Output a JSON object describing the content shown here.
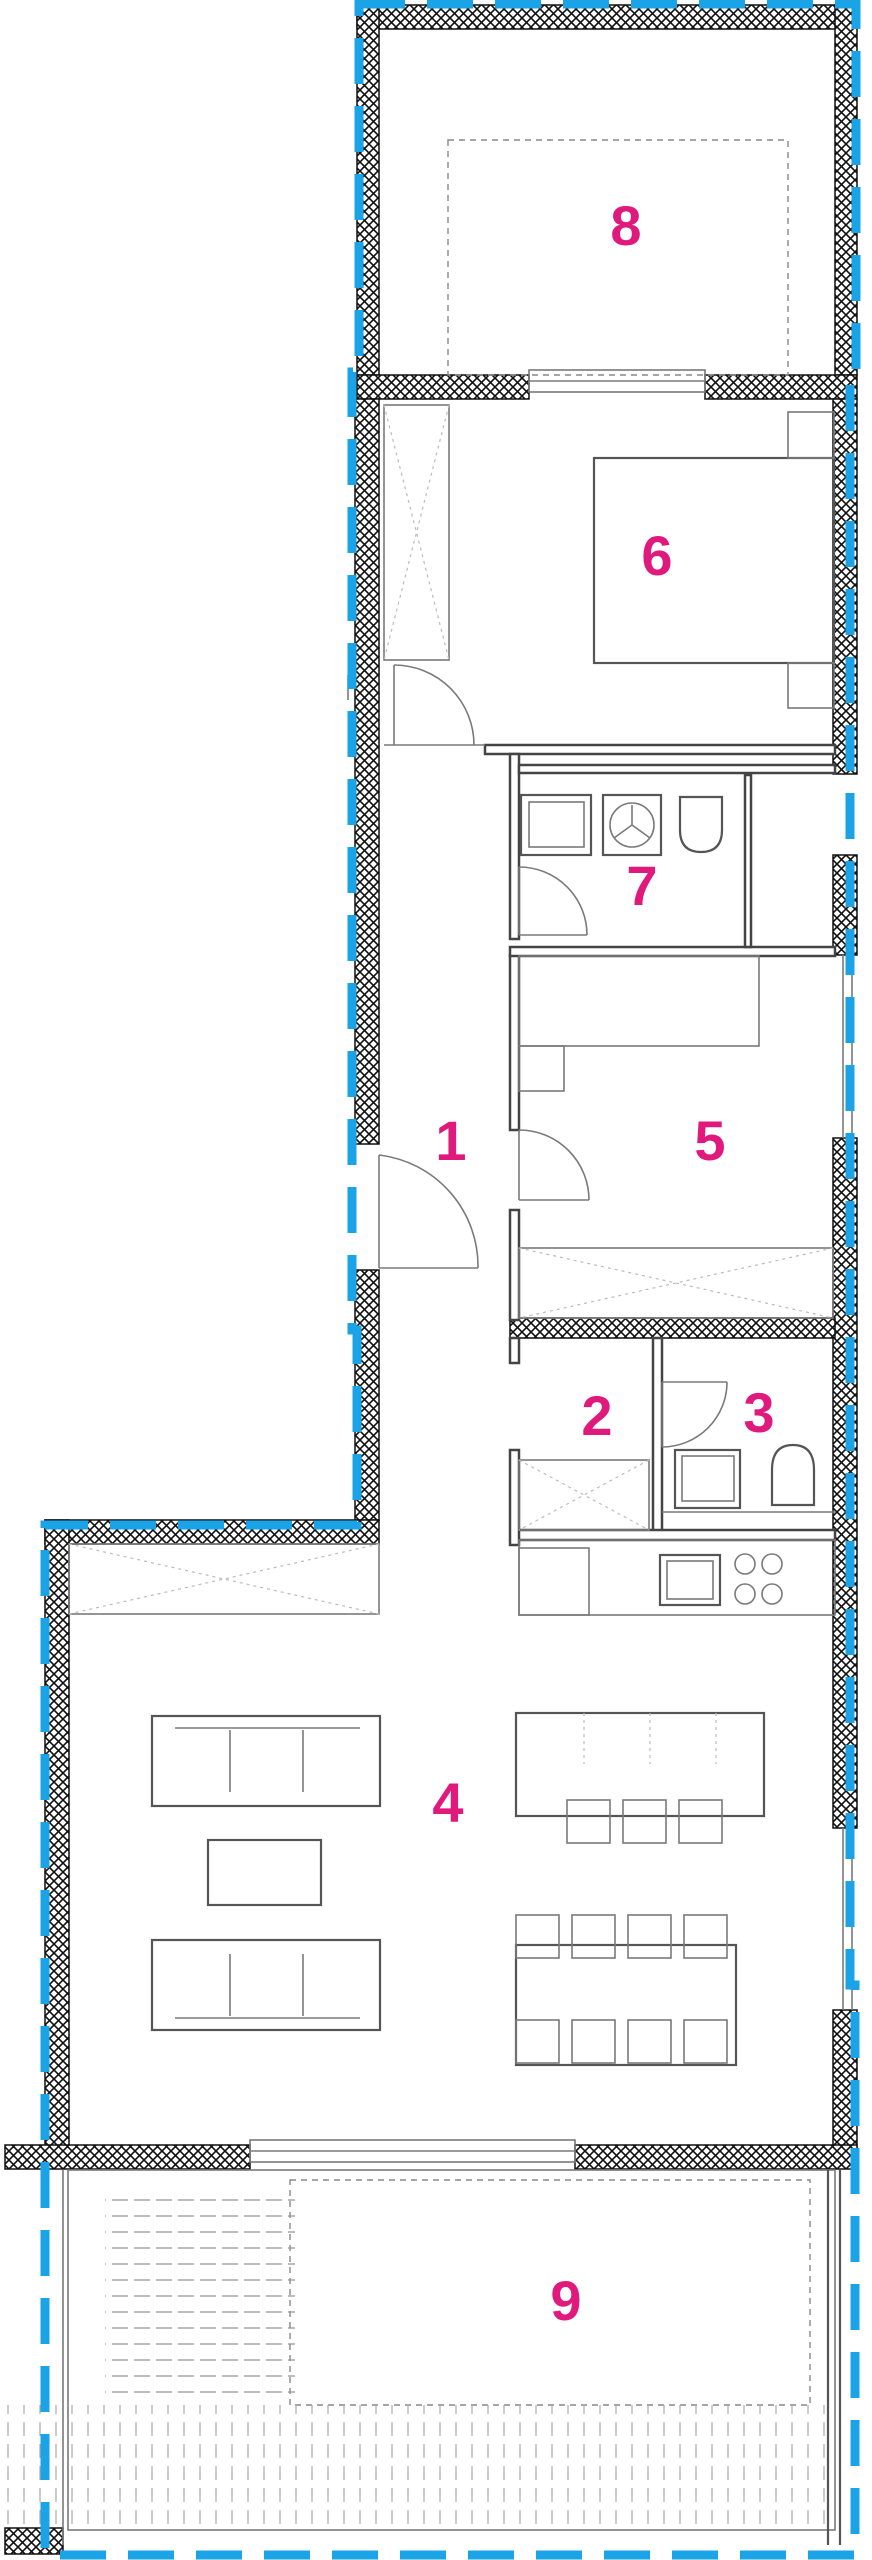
{
  "colors": {
    "label": "#e0197d",
    "boundary": "#1aa3e6",
    "wall_hatch": "#111111",
    "line": "#7a7a7a"
  },
  "rooms": [
    {
      "id": "r1",
      "label": "1"
    },
    {
      "id": "r2",
      "label": "2"
    },
    {
      "id": "r3",
      "label": "3"
    },
    {
      "id": "r4",
      "label": "4"
    },
    {
      "id": "r5",
      "label": "5"
    },
    {
      "id": "r6",
      "label": "6"
    },
    {
      "id": "r7",
      "label": "7"
    },
    {
      "id": "r8",
      "label": "8"
    },
    {
      "id": "r9",
      "label": "9"
    }
  ]
}
